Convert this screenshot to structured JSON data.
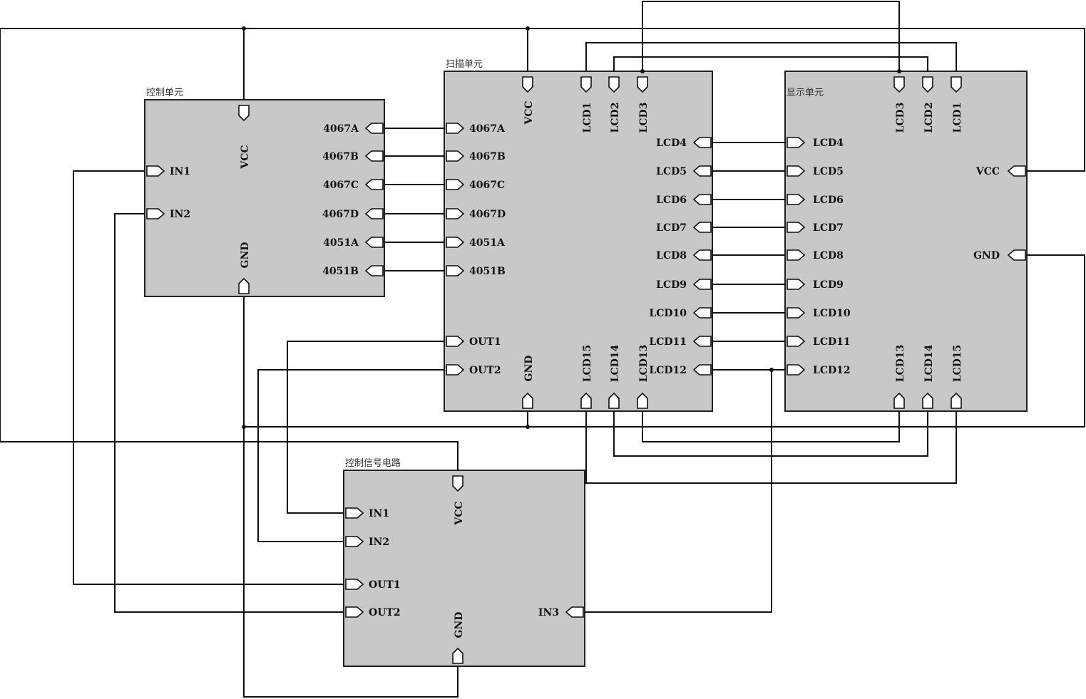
{
  "blocks": {
    "control_unit": {
      "title": "控制单元",
      "pins": {
        "vcc": "VCC",
        "gnd": "GND",
        "in1": "IN1",
        "in2": "IN2",
        "p4067a": "4067A",
        "p4067b": "4067B",
        "p4067c": "4067C",
        "p4067d": "4067D",
        "p4051a": "4051A",
        "p4051b": "4051B"
      }
    },
    "scan_unit": {
      "title": "扫描单元",
      "pins": {
        "vcc": "VCC",
        "gnd": "GND",
        "lcd1": "LCD1",
        "lcd2": "LCD2",
        "lcd3": "LCD3",
        "lcd4": "LCD4",
        "lcd5": "LCD5",
        "lcd6": "LCD6",
        "lcd7": "LCD7",
        "lcd8": "LCD8",
        "lcd9": "LCD9",
        "lcd10": "LCD10",
        "lcd11": "LCD11",
        "lcd12": "LCD12",
        "lcd13": "LCD13",
        "lcd14": "LCD14",
        "lcd15": "LCD15",
        "out1": "OUT1",
        "out2": "OUT2",
        "p4067a": "4067A",
        "p4067b": "4067B",
        "p4067c": "4067C",
        "p4067d": "4067D",
        "p4051a": "4051A",
        "p4051b": "4051B"
      }
    },
    "display_unit": {
      "title": "显示单元",
      "pins": {
        "vcc": "VCC",
        "gnd": "GND",
        "lcd1": "LCD1",
        "lcd2": "LCD2",
        "lcd3": "LCD3",
        "lcd4": "LCD4",
        "lcd5": "LCD5",
        "lcd6": "LCD6",
        "lcd7": "LCD7",
        "lcd8": "LCD8",
        "lcd9": "LCD9",
        "lcd10": "LCD10",
        "lcd11": "LCD11",
        "lcd12": "LCD12",
        "lcd13": "LCD13",
        "lcd14": "LCD14",
        "lcd15": "LCD15"
      }
    },
    "control_signal_circuit": {
      "title": "控制信号电路",
      "pins": {
        "vcc": "VCC",
        "gnd": "GND",
        "in1": "IN1",
        "in2": "IN2",
        "in3": "IN3",
        "out1": "OUT1",
        "out2": "OUT2"
      }
    }
  }
}
